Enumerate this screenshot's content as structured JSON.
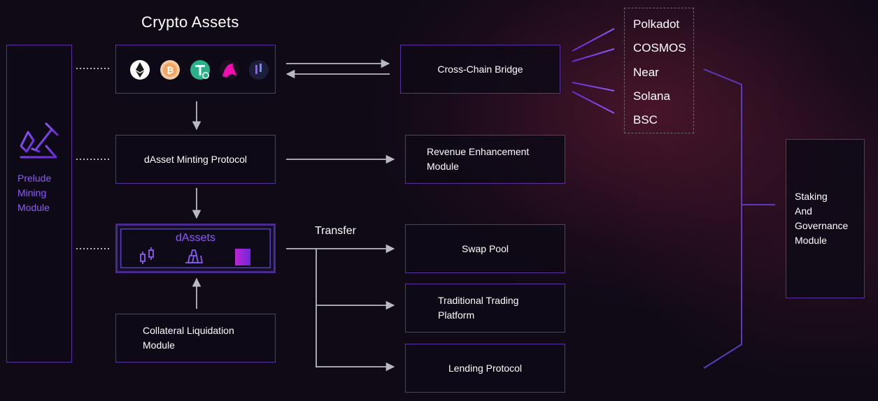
{
  "title": "Crypto Assets",
  "prelude": {
    "label": "Prelude\nMining\nModule"
  },
  "modules": {
    "bridge": "Cross-Chain Bridge",
    "minting": "dAsset Minting Protocol",
    "revenue": "Revenue Enhancement\nModule",
    "dassets": "dAssets",
    "collateral": "Collateral Liquidation\nModule",
    "swap": "Swap Pool",
    "trading": "Traditional Trading\nPlatform",
    "lending": "Lending Protocol",
    "staking": "Staking\nAnd\nGovernance\nModule"
  },
  "transfer": "Transfer",
  "chains": [
    "Polkadot",
    "COSMOS",
    "Near",
    "Solana",
    "BSC"
  ],
  "icons": {
    "crypto": [
      "ethereum-icon",
      "bitcoin-icon",
      "tether-icon",
      "uniswap-icon",
      "polygon-icon"
    ],
    "dassets": [
      "candlestick-icon",
      "gold-bars-icon",
      "gradient-square-icon"
    ]
  },
  "colors": {
    "border": "#5a2fa0",
    "accent": "#8b5cf6",
    "connector": "#b9b9c3",
    "chain_line": "#7c3aed"
  }
}
